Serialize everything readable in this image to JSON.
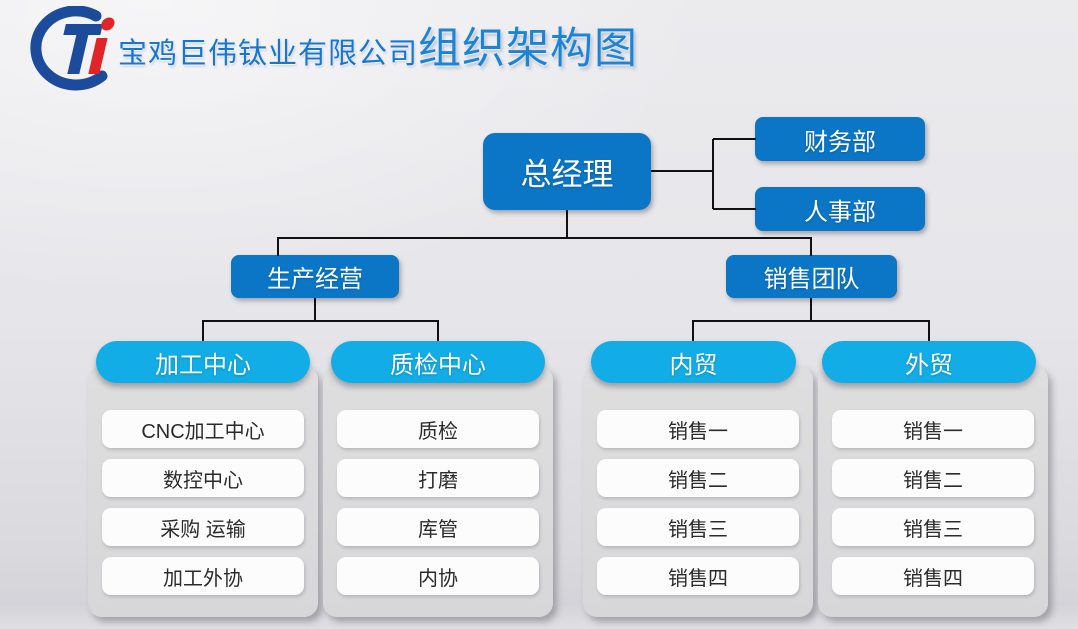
{
  "colors": {
    "node_blue": "#0b76c6",
    "pill_blue": "#12ade6",
    "logo_blue": "#1d4b9b",
    "logo_red": "#e02428",
    "company_title_blue": "#1877cd",
    "page_title_blue": "#1b84d6"
  },
  "header": {
    "company": "宝鸡巨伟钛业有限公司",
    "title": "组织架构图",
    "logo_glyph": "Ti"
  },
  "org": {
    "root": "总经理",
    "staff": [
      "财务部",
      "人事部"
    ],
    "branches": [
      "生产经营",
      "销售团队"
    ],
    "groups": [
      {
        "header": "加工中心",
        "items": [
          "CNC加工中心",
          "数控中心",
          "采购 运输",
          "加工外协"
        ]
      },
      {
        "header": "质检中心",
        "items": [
          "质检",
          "打磨",
          "库管",
          "内协"
        ]
      },
      {
        "header": "内贸",
        "items": [
          "销售一",
          "销售二",
          "销售三",
          "销售四"
        ]
      },
      {
        "header": "外贸",
        "items": [
          "销售一",
          "销售二",
          "销售三",
          "销售四"
        ]
      }
    ]
  }
}
